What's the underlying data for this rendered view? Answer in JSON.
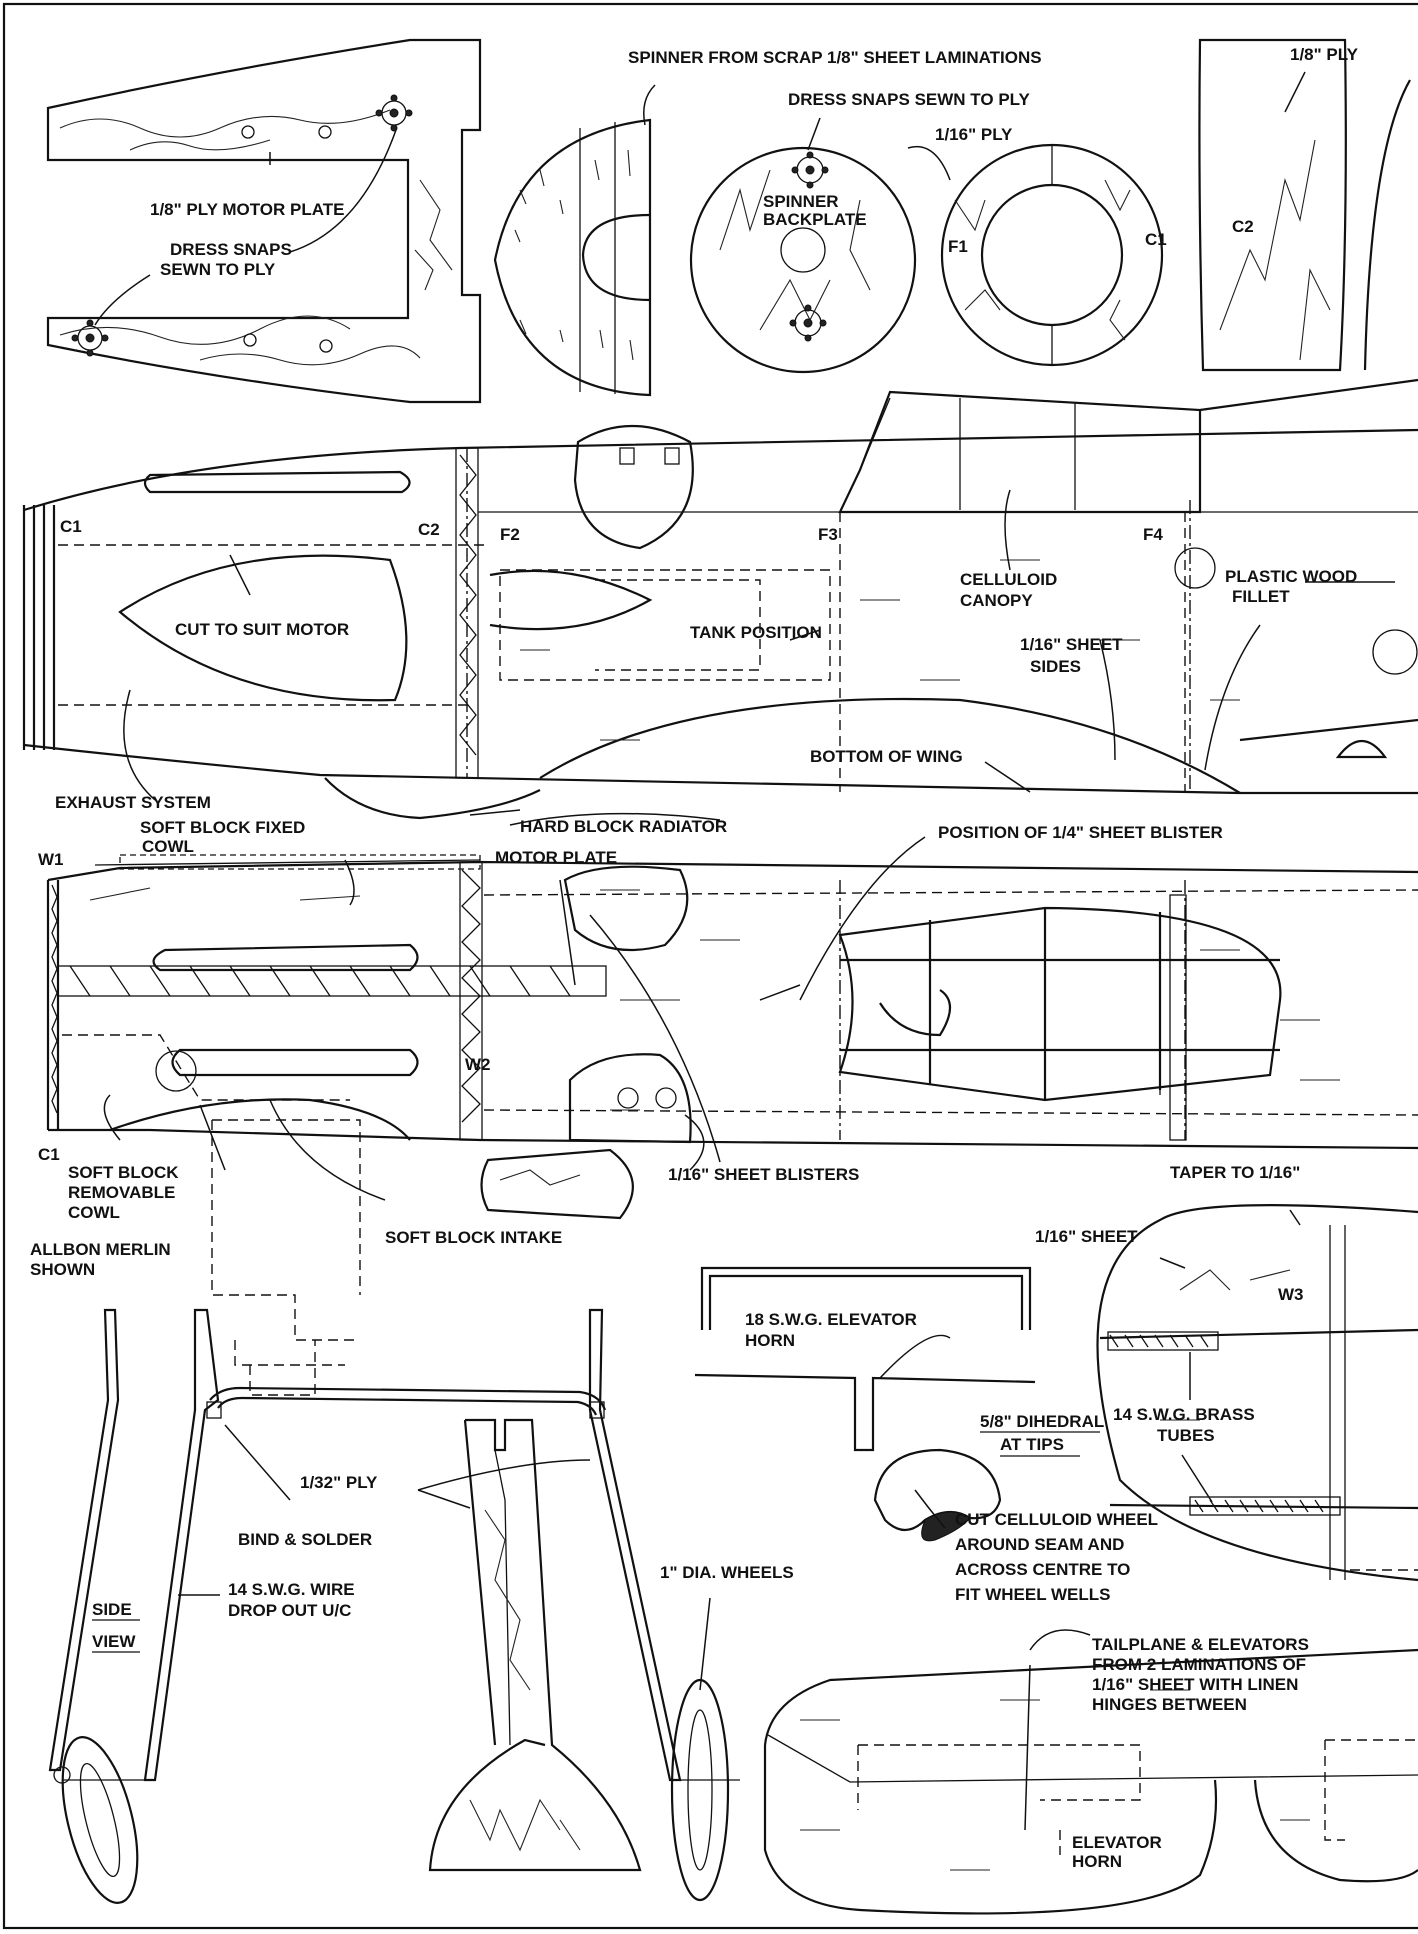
{
  "labels": {
    "spinner_from_scrap": "SPINNER FROM SCRAP 1/8\" SHEET LAMINATIONS",
    "dress_snaps_ply_top": "DRESS SNAPS SEWN TO PLY",
    "ply_1_16_top": "1/16\" PLY",
    "ply_1_8_right": "1/8\" PLY",
    "motor_plate_ply": "1/8\" PLY MOTOR PLATE",
    "dress_snaps_left_1": "DRESS SNAPS",
    "dress_snaps_left_2": "SEWN TO PLY",
    "spinner_backplate_1": "SPINNER",
    "spinner_backplate_2": "BACKPLATE",
    "f1": "F1",
    "c1_former": "C1",
    "c2_former": "C2",
    "c1_side": "C1",
    "c2_side": "C2",
    "f2": "F2",
    "f3": "F3",
    "f4": "F4",
    "cut_to_suit_motor": "CUT TO SUIT MOTOR",
    "tank_position": "TANK POSITION",
    "celluloid_1": "CELLULOID",
    "celluloid_2": "CANOPY",
    "plastic_wood_1": "PLASTIC WOOD",
    "plastic_wood_2": "FILLET",
    "sheet_sides_1": "1/16\" SHEET",
    "sheet_sides_2": "SIDES",
    "bottom_of_wing": "BOTTOM OF WING",
    "exhaust_system": "EXHAUST SYSTEM",
    "hard_block_radiator": "HARD BLOCK RADIATOR",
    "position_blister": "POSITION OF 1/4\" SHEET BLISTER",
    "soft_block_fixed_1": "SOFT BLOCK FIXED",
    "soft_block_fixed_2": "COWL",
    "w1": "W1",
    "motor_plate": "MOTOR PLATE",
    "w2": "W2",
    "c1_plan": "C1",
    "soft_block_removable_1": "SOFT BLOCK",
    "soft_block_removable_2": "REMOVABLE",
    "soft_block_removable_3": "COWL",
    "sheet_blisters": "1/16\" SHEET BLISTERS",
    "allbon_1": "ALLBON MERLIN",
    "allbon_2": "SHOWN",
    "soft_block_intake": "SOFT BLOCK INTAKE",
    "taper_to": "TAPER TO 1/16\"",
    "sheet_1_16": "1/16\" SHEET",
    "w3": "W3",
    "elevator_horn_1": "18 S.W.G. ELEVATOR",
    "elevator_horn_2": "HORN",
    "brass_tubes_1": "14 S.W.G. BRASS",
    "brass_tubes_2": "TUBES",
    "dihedral_1": "5/8\" DIHEDRAL",
    "dihedral_2": "AT TIPS",
    "ply_1_32": "1/32\" PLY",
    "bind_solder": "BIND & SOLDER",
    "wire_uc_1": "14 S.W.G. WIRE",
    "wire_uc_2": "DROP OUT U/C",
    "side_1": "SIDE",
    "side_2": "VIEW",
    "wheels": "1\" DIA. WHEELS",
    "cut_celluloid_1": "CUT CELLULOID WHEEL",
    "cut_celluloid_2": "AROUND SEAM AND",
    "cut_celluloid_3": "ACROSS CENTRE TO",
    "cut_celluloid_4": "FIT WHEEL WELLS",
    "tailplane_1": "TAILPLANE & ELEVATORS",
    "tailplane_2": "FROM 2 LAMINATIONS OF",
    "tailplane_3": "1/16\" SHEET WITH LINEN",
    "tailplane_4": "HINGES BETWEEN",
    "elevator_horn_b_1": "ELEVATOR",
    "elevator_horn_b_2": "HORN"
  }
}
